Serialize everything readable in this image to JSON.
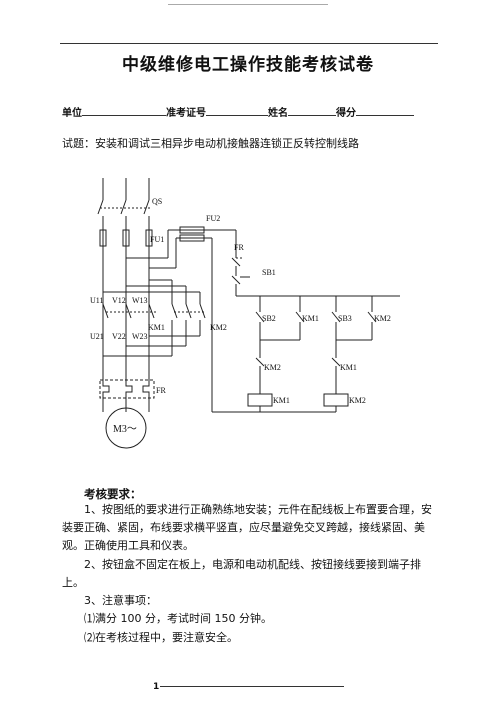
{
  "header": {
    "title": "中级维修电工操作技能考核试卷",
    "fields": {
      "unit_label": "单位",
      "ticket_label": "准考证号",
      "name_label": "姓名",
      "score_label": "得分"
    }
  },
  "question": "试题：安装和调试三相异步电动机接触器连锁正反转控制线路",
  "diagram": {
    "labels": {
      "qs": "QS",
      "fu1": "FU1",
      "fu2": "FU2",
      "fr_ctrl": "FR",
      "sb1": "SB1",
      "sb2": "SB2",
      "sb3": "SB3",
      "km1_aux": "KM1",
      "km2_aux": "KM2",
      "km2_nc": "KM2",
      "km1_nc": "KM1",
      "km1_coil": "KM1",
      "km2_coil": "KM2",
      "u11": "U11",
      "v12": "V12",
      "w13": "W13",
      "u21": "U21",
      "v22": "V22",
      "w23": "W23",
      "km1_main": "KM1",
      "km2_main": "KM2",
      "fr_main": "FR",
      "motor": "M3～"
    }
  },
  "requirements": {
    "title": "考核要求：",
    "item1": "1、按图纸的要求进行正确熟练地安装；元件在配线板上布置要合理，安装要正确、紧固，布线要求横平竖直，应尽量避免交叉跨越，接线紧固、美观。正确使用工具和仪表。",
    "item2": "2、按钮盒不固定在板上，电源和电动机配线、按钮接线要接到端子排上。",
    "item3": "3、注意事项：",
    "item3_1": "⑴满分 100 分，考试时间 150 分钟。",
    "item3_2": "⑵在考核过程中，要注意安全。"
  },
  "footer": {
    "page": "1"
  }
}
